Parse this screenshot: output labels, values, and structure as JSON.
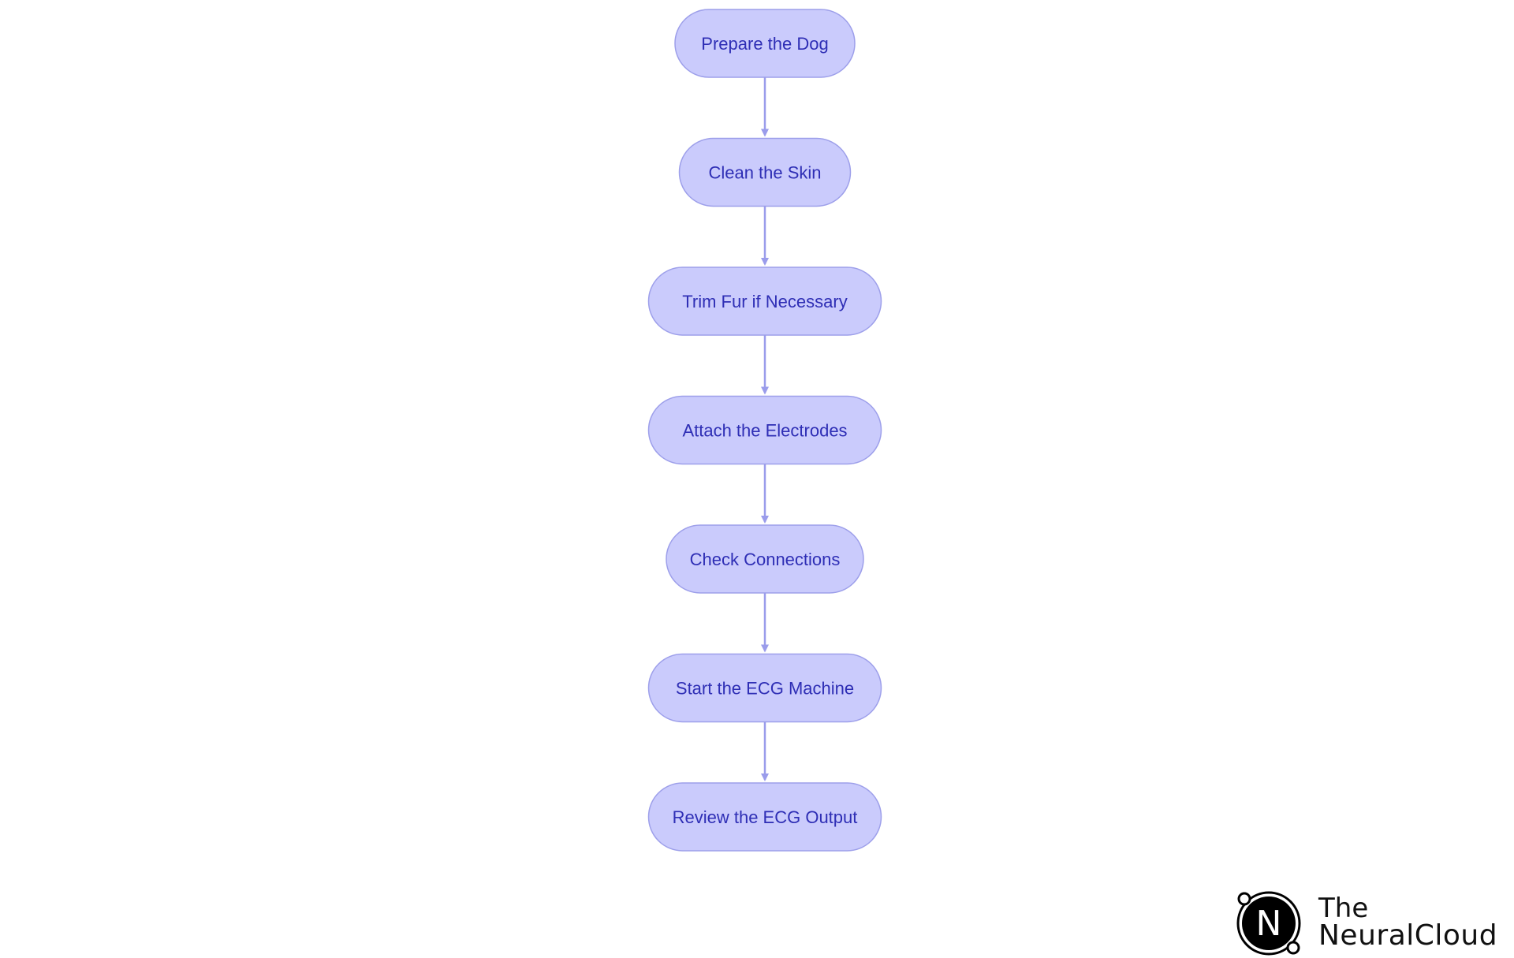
{
  "colors": {
    "node_fill": "#CACBFC",
    "node_stroke": "#9D9FEA",
    "node_text": "#2E2EB5",
    "connector": "#9A9CEB",
    "logo": "#000000"
  },
  "diagram": {
    "type": "flowchart",
    "direction": "top-to-bottom",
    "nodes": [
      {
        "id": "n1",
        "label": "Prepare the Dog"
      },
      {
        "id": "n2",
        "label": "Clean the Skin"
      },
      {
        "id": "n3",
        "label": "Trim Fur if Necessary"
      },
      {
        "id": "n4",
        "label": "Attach the Electrodes"
      },
      {
        "id": "n5",
        "label": "Check Connections"
      },
      {
        "id": "n6",
        "label": "Start the ECG Machine"
      },
      {
        "id": "n7",
        "label": "Review the ECG Output"
      }
    ],
    "edges": [
      {
        "from": "n1",
        "to": "n2"
      },
      {
        "from": "n2",
        "to": "n3"
      },
      {
        "from": "n3",
        "to": "n4"
      },
      {
        "from": "n4",
        "to": "n5"
      },
      {
        "from": "n5",
        "to": "n6"
      },
      {
        "from": "n6",
        "to": "n7"
      }
    ]
  },
  "logo": {
    "icon": "neuralcloud-logo-icon",
    "mark_letter": "N",
    "line1": "The",
    "line2": "NeuralCloud"
  }
}
